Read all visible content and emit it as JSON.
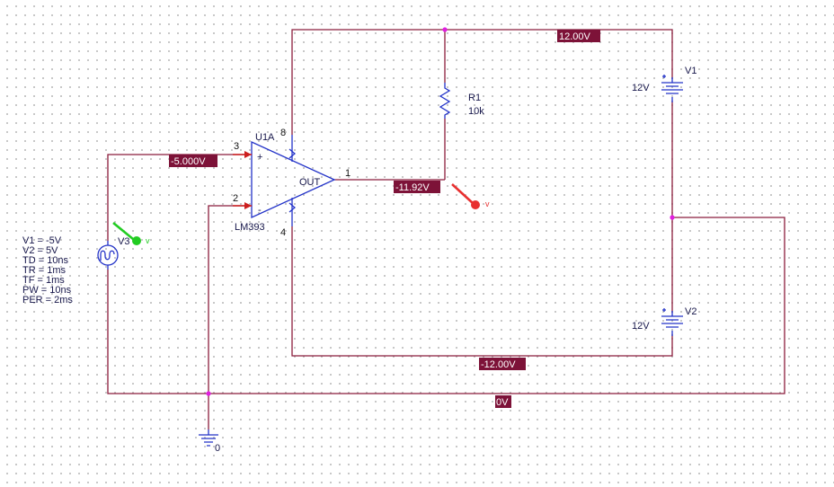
{
  "colors": {
    "wire": "#8b1c3c",
    "component": "#2333c8",
    "pin": "#cc1f1f",
    "voltage_label_bg": "#7d1238",
    "junction": "#e020e0",
    "probe_red": "#e83030",
    "probe_green": "#22cc22"
  },
  "opamp": {
    "ref": "U1A",
    "part": "LM393",
    "out_label": "OUT",
    "pin_noninv": "3",
    "pin_inv": "2",
    "pin_out": "1",
    "pin_vplus": "8",
    "pin_vminus": "4",
    "plus_sign": "+",
    "minus_sign": "-"
  },
  "resistor": {
    "ref": "R1",
    "value": "10k"
  },
  "v1": {
    "ref": "V1",
    "value": "12V"
  },
  "v2": {
    "ref": "V2",
    "value": "12V"
  },
  "v3": {
    "ref": "V3",
    "params": [
      "V1 = -5V",
      "V2 = 5V",
      "TD = 10ns",
      "TR = 1ms",
      "TF = 1ms",
      "PW = 10ns",
      "PER = 2ms"
    ]
  },
  "ground": {
    "label": "0"
  },
  "voltage_labels": {
    "top_rail": "12.00V",
    "input": "-5.000V",
    "output": "-11.92V",
    "neg_rail": "-12.00V",
    "ground_rail": "0V"
  },
  "probe_marks": {
    "red": "v",
    "green": "v"
  }
}
